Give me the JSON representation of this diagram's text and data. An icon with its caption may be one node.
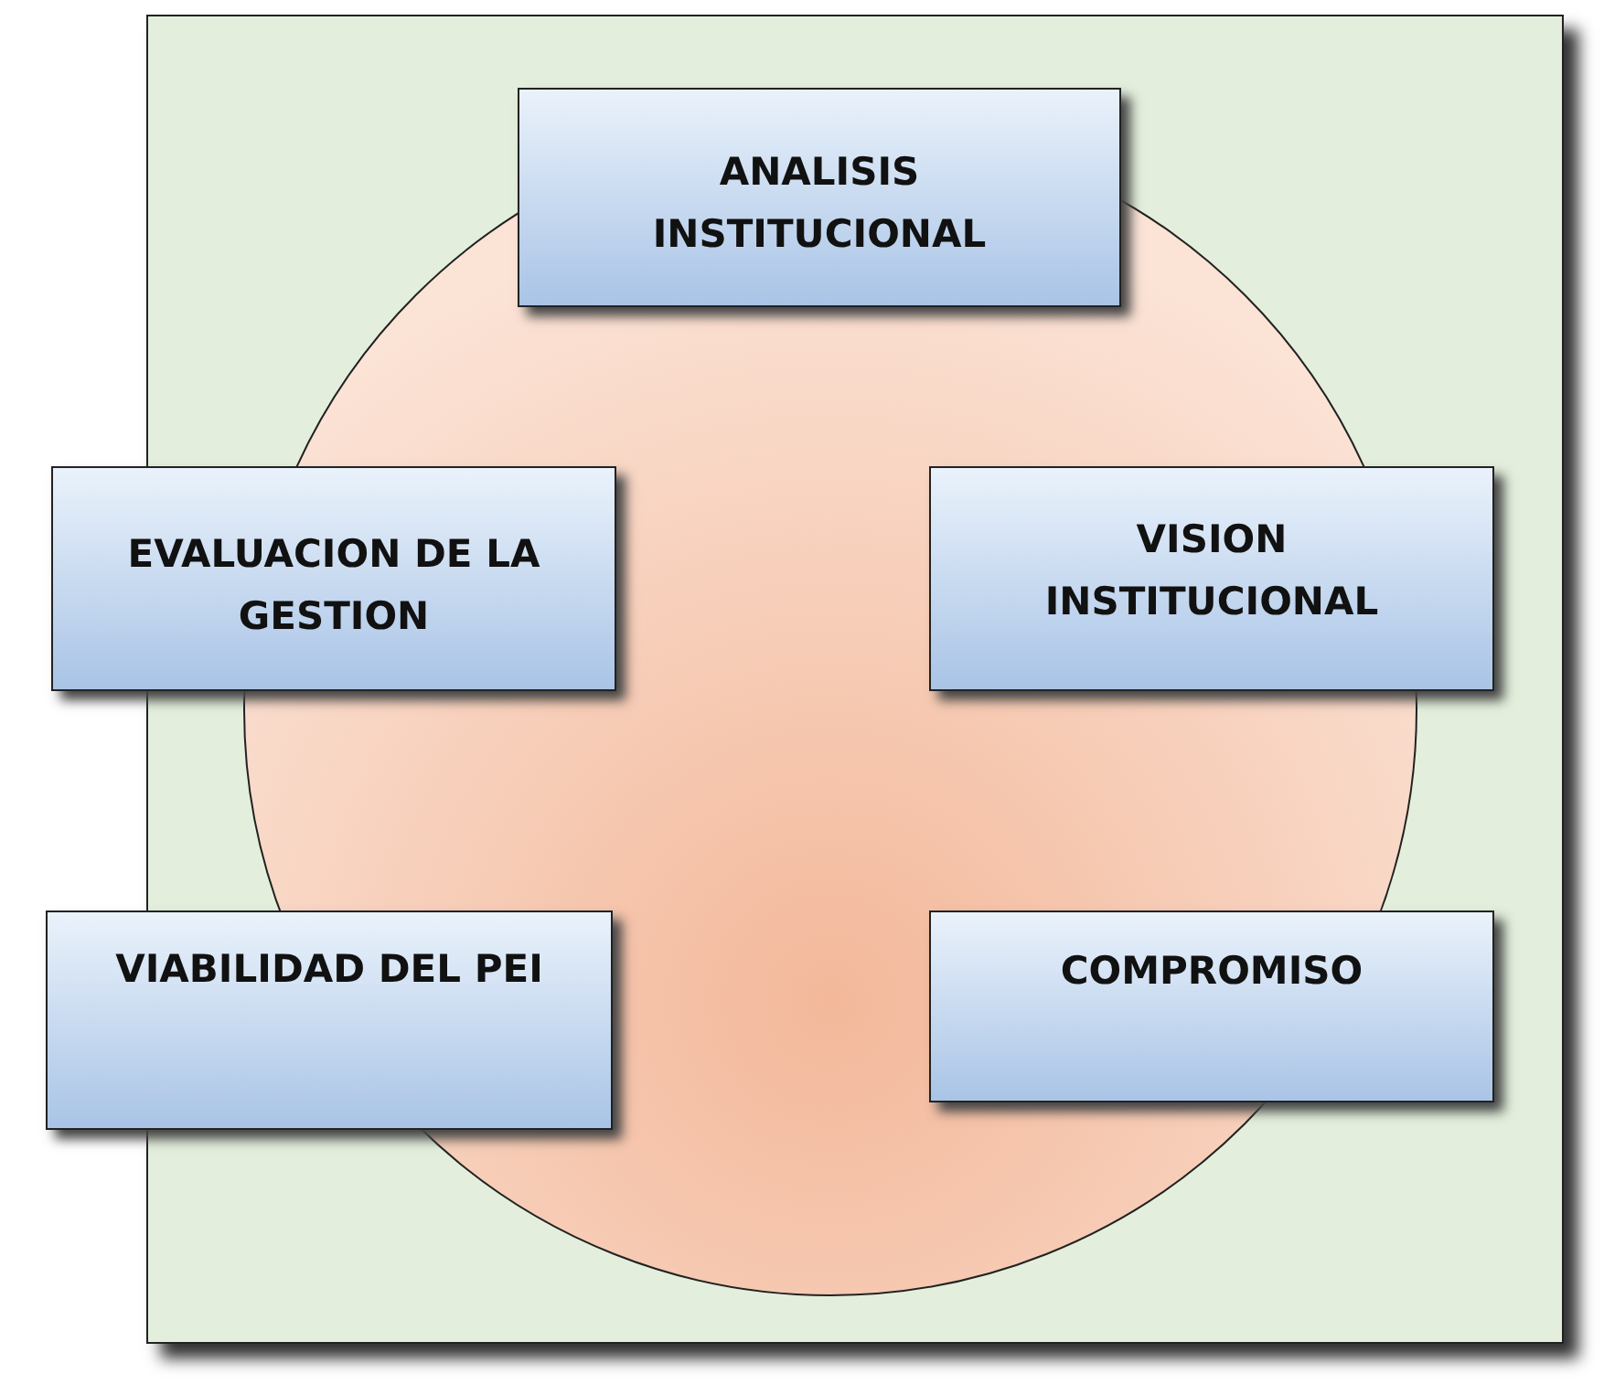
{
  "diagram": {
    "nodes": [
      {
        "text": [
          "ANALISIS INSTITUCIONAL"
        ]
      },
      {
        "text": [
          "EVALUACION DE LA GESTION"
        ]
      },
      {
        "text": [
          "VISION INSTITUCIONAL"
        ]
      },
      {
        "text": [
          "VIABILIDAD DEL PEI"
        ]
      },
      {
        "text": [
          "COMPROMISO"
        ]
      }
    ]
  }
}
